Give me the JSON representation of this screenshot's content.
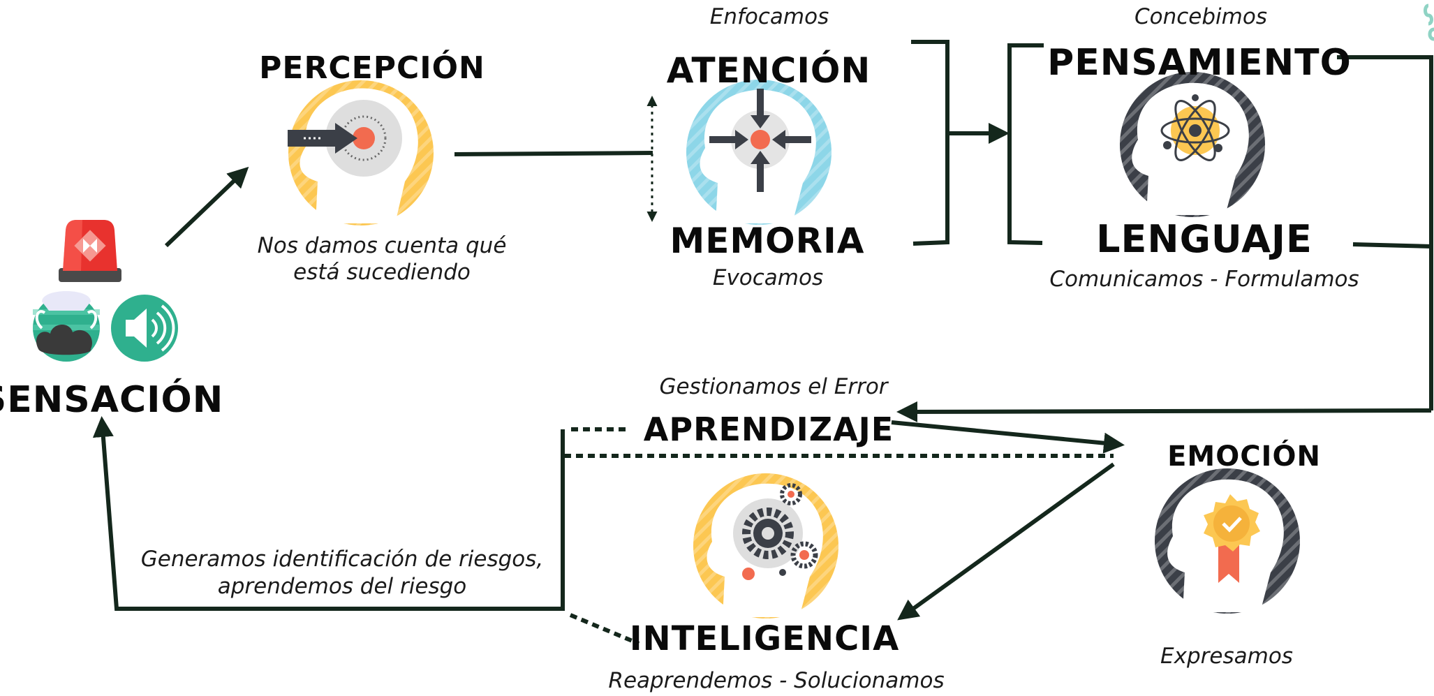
{
  "nodes": {
    "sensacion": {
      "title": "SENSACIÓN"
    },
    "percepcion": {
      "title": "PERCEPCIÓN",
      "desc_line1": "Nos damos cuenta qué",
      "desc_line2": "está sucediendo"
    },
    "atencion": {
      "title": "ATENCIÓN",
      "above": "Enfocamos"
    },
    "memoria": {
      "title": "MEMORIA",
      "below": "Evocamos"
    },
    "pensamiento": {
      "title": "PENSAMIENTO",
      "above": "Concebimos"
    },
    "lenguaje": {
      "title": "LENGUAJE",
      "below": "Comunicamos - Formulamos"
    },
    "aprendizaje": {
      "title": "APRENDIZAJE",
      "above": "Gestionamos el Error"
    },
    "emocion": {
      "title": "EMOCIÓN",
      "below": "Expresamos"
    },
    "inteligencia": {
      "title": "INTELIGENCIA",
      "below": "Reaprendemos - Solucionamos"
    }
  },
  "feedback": {
    "line1": "Generamos identificación de riesgos,",
    "line2": "aprendemos del riesgo"
  },
  "colors": {
    "line": "#14271c",
    "yellow": "#fcc752",
    "blue": "#8dd6e8",
    "dark": "#3b3f47",
    "orange": "#f26b4f",
    "red": "#e8322e",
    "teal": "#2fb08e",
    "gray": "#d6d6d6"
  },
  "icons": {
    "perception": "head-arrow-target-icon",
    "attention": "head-focus-arrows-icon",
    "thinking": "head-atom-icon",
    "learning": "head-gears-icon",
    "emotion": "head-badge-icon",
    "alarm": "siren-icon",
    "smoke": "smoke-detector-icon",
    "sound": "speaker-icon"
  }
}
